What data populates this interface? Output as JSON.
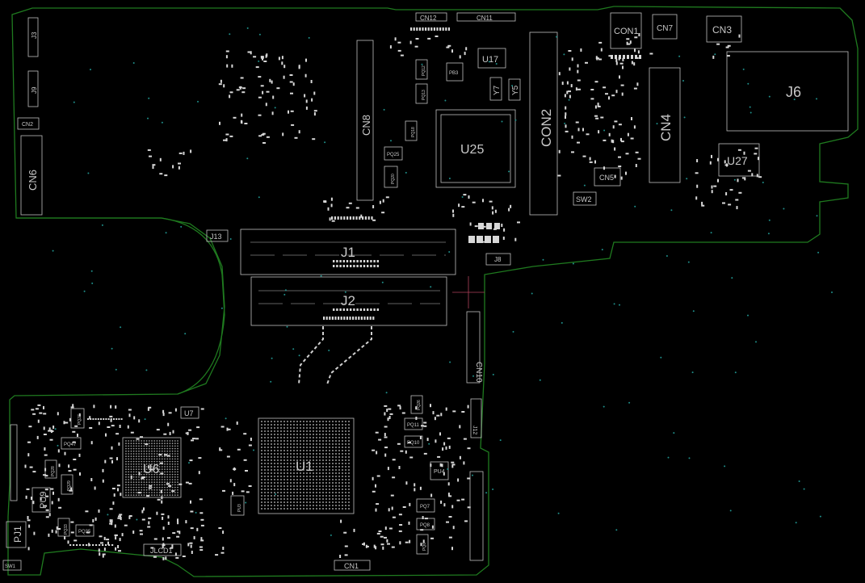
{
  "labels": {
    "cn12": "CN12",
    "cn11": "CN11",
    "con1": "CON1",
    "cn7": "CN7",
    "cn3": "CN3",
    "j3": "J3",
    "j9": "J9",
    "cn2": "CN2",
    "cn6": "CN6",
    "cn8": "CN8",
    "u17": "U17",
    "con2": "CON2",
    "cn4": "CN4",
    "j6": "J6",
    "u25": "U25",
    "y7": "Y7",
    "y5": "Y5",
    "cn5": "CN5",
    "sw2": "SW2",
    "u27": "U27",
    "j13": "J13",
    "j1": "J1",
    "j2": "J2",
    "j8": "J8",
    "cn10": "CN10",
    "u7": "U7",
    "u6": "U6",
    "u1": "U1",
    "pu9": "PU9",
    "pj1": "PJ1",
    "sw1": "SW1",
    "jlcd1": "JLCD1",
    "cn1": "CN1",
    "j12": "J12",
    "pq12": "PQ12",
    "pq13": "PQ13",
    "pq18": "PQ18",
    "pq25": "PQ25",
    "pq20": "PQ20",
    "pq27": "PQ27",
    "pq47": "PQ47",
    "pq28": "PQ28",
    "pq29": "PQ29",
    "pq33": "PQ33",
    "pq35": "PQ35",
    "pq11": "PQ11",
    "pq10": "PQ10",
    "pu4": "PU4",
    "pq7": "PQ7",
    "pq8": "PQ8",
    "pq6": "PQ6",
    "pq26": "PQ26",
    "pu3": "PU3",
    "pb3": "PB3"
  },
  "colors": {
    "outline": "#1f7a1f",
    "silk": "#bdbdbd",
    "background": "#000000",
    "via": "#1f8f8a"
  }
}
